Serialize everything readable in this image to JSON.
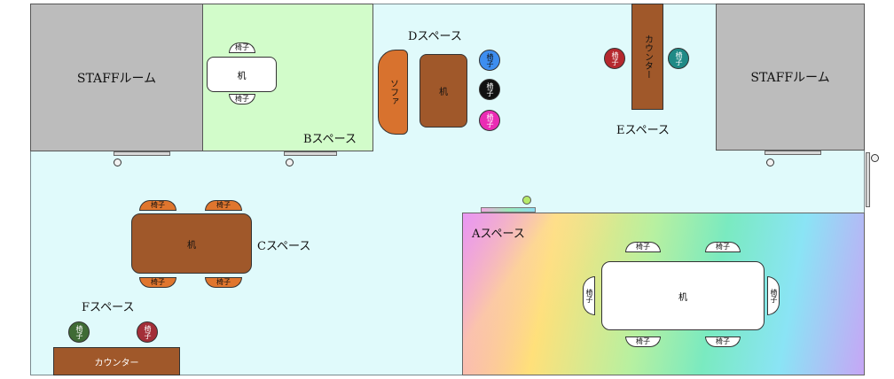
{
  "rooms": {
    "staff_left": "STAFFルーム",
    "staff_right": "STAFFルーム"
  },
  "spaces": {
    "a": "Aスペース",
    "b": "Bスペース",
    "c": "Cスペース",
    "d": "Dスペース",
    "e": "Eスペース",
    "f": "Fスペース"
  },
  "furniture": {
    "desk": "机",
    "chair": "椅子",
    "sofa": "ソファ",
    "counter": "カウンター"
  },
  "colors": {
    "brown": "#a0582a",
    "chair_orange": "#e0762e",
    "sofa_orange": "#d8722e",
    "blue": "#3d8ef0",
    "black": "#111111",
    "magenta": "#ea2cb4",
    "dark_red": "#b5282e",
    "teal": "#1f8a86",
    "green": "#3f6b35",
    "wine": "#a32e38"
  }
}
